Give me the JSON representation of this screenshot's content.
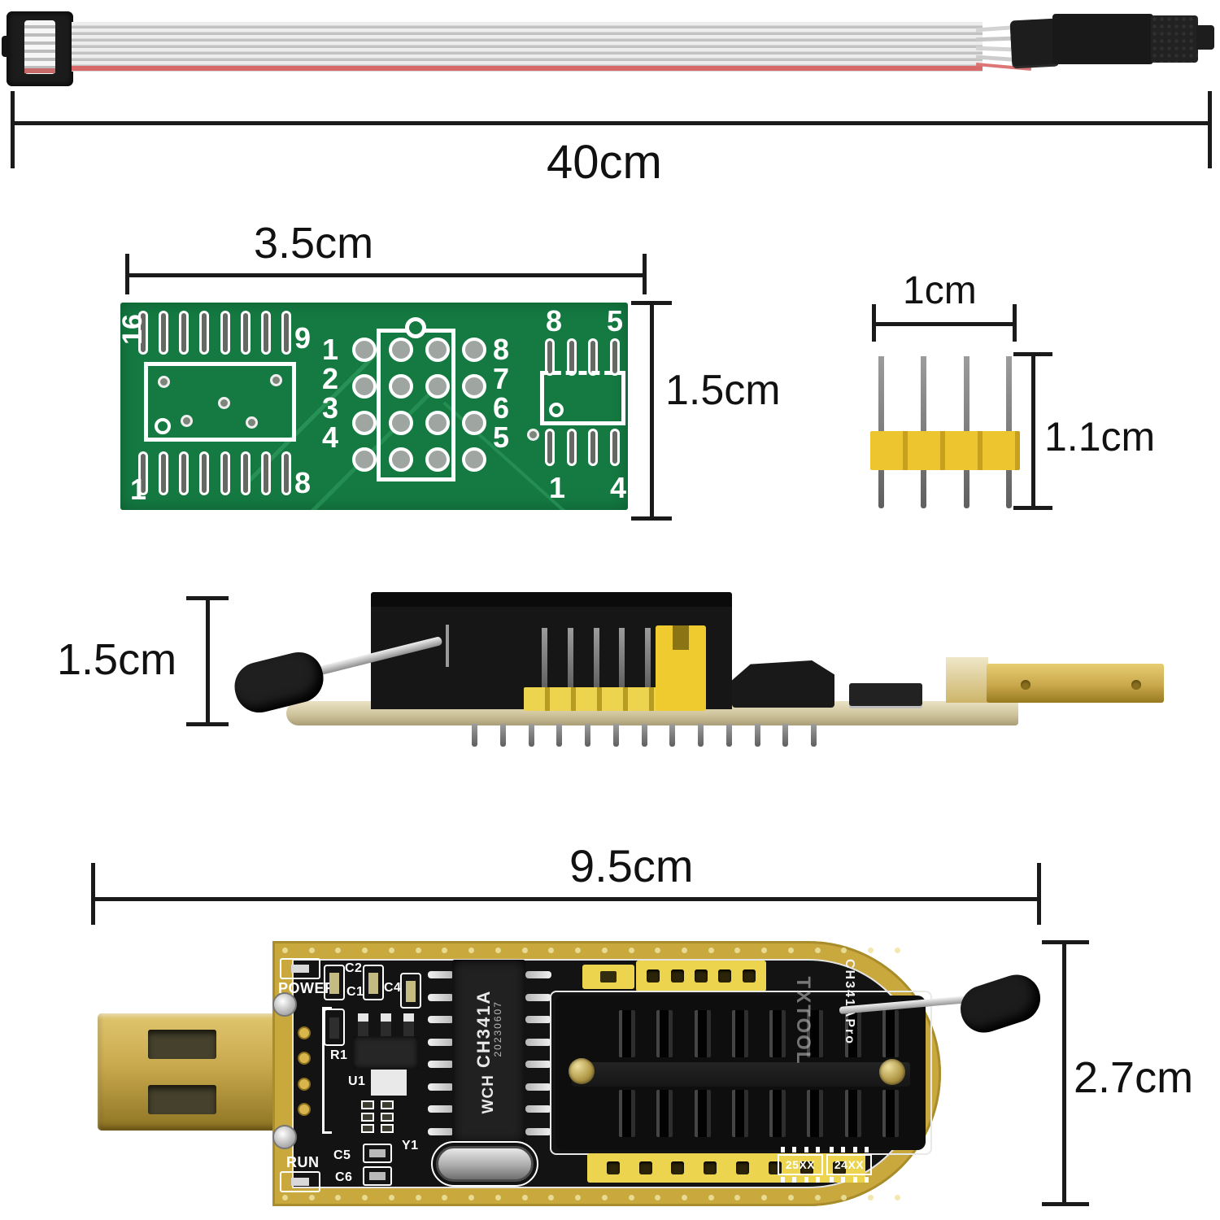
{
  "dimensions": {
    "cable": "40cm",
    "adapter_width": "3.5cm",
    "adapter_height": "1.5cm",
    "header_width": "1cm",
    "header_height": "1.1cm",
    "side_height": "1.5cm",
    "board_length": "9.5cm",
    "board_width": "2.7cm"
  },
  "adapter": {
    "sop16": {
      "pin16": "16",
      "pin9": "9",
      "pin1": "1",
      "pin8": "8"
    },
    "dip": {
      "left": [
        "1",
        "2",
        "3",
        "4"
      ],
      "right": [
        "8",
        "7",
        "6",
        "5"
      ]
    },
    "sop8": {
      "top_left": "8",
      "top_right": "5",
      "bottom_left": "1",
      "bottom_right": "4"
    }
  },
  "programmer": {
    "silkscreen": {
      "power": "POWER",
      "run": "RUN",
      "c1": "C1",
      "c2": "C2",
      "c4": "C4",
      "c5": "C5",
      "c6": "C6",
      "r1": "R1",
      "u1": "U1",
      "y1": "Y1",
      "footprint_25xx": "25XX",
      "footprint_24xx": "24XX",
      "model": "CH341APro",
      "brand": "TXTOOL"
    },
    "chip": {
      "maker": "WCH",
      "part": "CH341A",
      "date": "20230607"
    }
  },
  "colors": {
    "adapter_green": "#157a42",
    "board_gold": "#c9a93e",
    "header_yellow": "#ecd44f",
    "dimension_line": "#1a1a1a",
    "cable_stripe_red": "#d96a6a"
  }
}
